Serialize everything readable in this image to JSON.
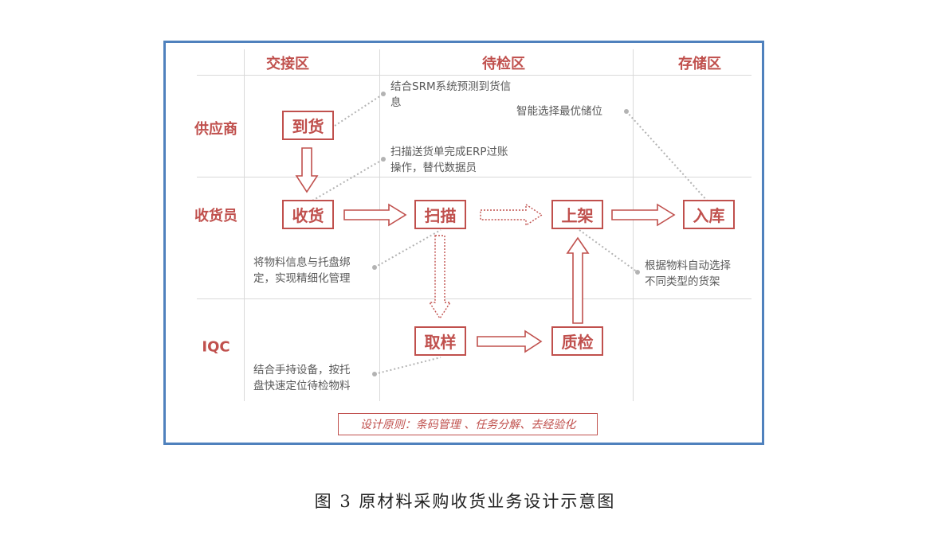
{
  "columns": [
    "交接区",
    "待检区",
    "存储区"
  ],
  "rows": [
    "供应商",
    "收货员",
    "IQC"
  ],
  "steps": {
    "arrival": "到货",
    "receive": "收货",
    "scan": "扫描",
    "shelve": "上架",
    "inbound": "入库",
    "sample": "取样",
    "inspect": "质检"
  },
  "notes": {
    "srm": [
      "结合SRM系统预测到货信",
      "息"
    ],
    "erp": [
      "扫描送货单完成ERP过账",
      "操作，替代数据员"
    ],
    "storage": [
      "智能选择最优储位"
    ],
    "pallet": [
      "将物料信息与托盘绑",
      "定，实现精细化管理"
    ],
    "shelf": [
      "根据物料自动选择",
      "不同类型的货架"
    ],
    "handheld": [
      "结合手持设备，按托",
      "盘快速定位待检物料"
    ]
  },
  "principle": "设计原则：条码管理 、任务分解、去经验化",
  "caption": "图 3   原材料采购收货业务设计示意图",
  "colors": {
    "accent": "#c0504d",
    "frame": "#4f81bd",
    "grid": "#d9d9d9",
    "dotted": "#b3b3b3",
    "text": "#595959"
  }
}
